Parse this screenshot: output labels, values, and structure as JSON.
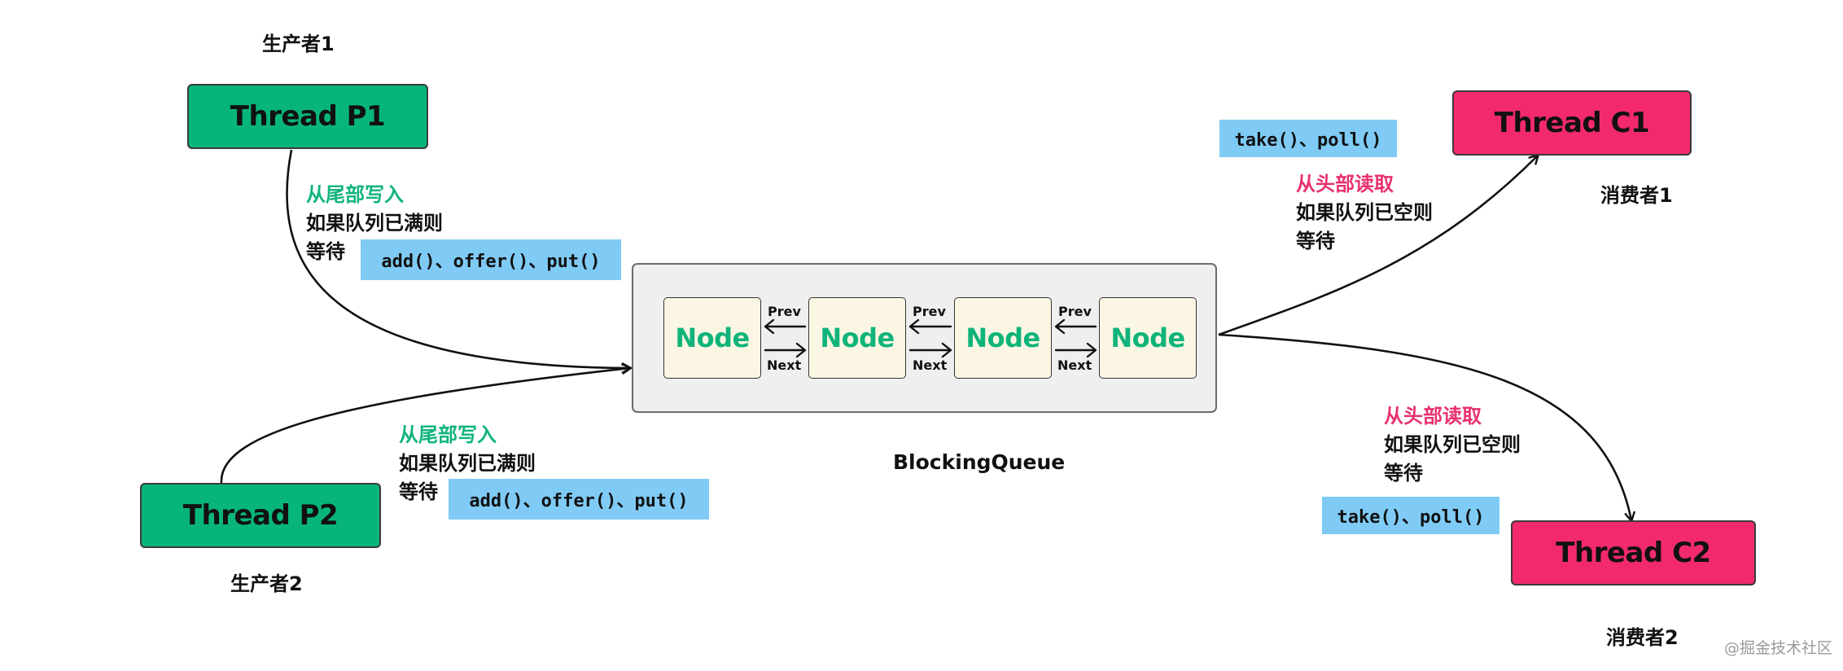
{
  "producers": {
    "p1": {
      "caption": "生产者1",
      "label": "Thread P1"
    },
    "p2": {
      "caption": "生产者2",
      "label": "Thread P2"
    }
  },
  "consumers": {
    "c1": {
      "caption": "消费者1",
      "label": "Thread C1"
    },
    "c2": {
      "caption": "消费者2",
      "label": "Thread C2"
    }
  },
  "notes": {
    "p1": {
      "title": "从尾部写入",
      "line1": "如果队列已满则",
      "line2": "等待",
      "methods": "add()、offer()、put()"
    },
    "p2": {
      "title": "从尾部写入",
      "line1": "如果队列已满则",
      "line2": "等待",
      "methods": "add()、offer()、put()"
    },
    "c1": {
      "title": "从头部读取",
      "line1": "如果队列已空则",
      "line2": "等待",
      "methods": "take()、poll()"
    },
    "c2": {
      "title": "从头部读取",
      "line1": "如果队列已空则",
      "line2": "等待",
      "methods": "take()、poll()"
    }
  },
  "queue": {
    "label": "BlockingQueue",
    "nodes": [
      "Node",
      "Node",
      "Node",
      "Node"
    ],
    "prev_label": "Prev",
    "next_label": "Next"
  },
  "watermark": "@掘金技术社区",
  "colors": {
    "producer": "#07b57a",
    "consumer": "#f22a6b",
    "method_bg": "#7fcbf5",
    "node_bg": "#fbf6e4",
    "queue_bg": "#efefef",
    "write_text": "#10b47a",
    "read_text": "#e8316f"
  }
}
